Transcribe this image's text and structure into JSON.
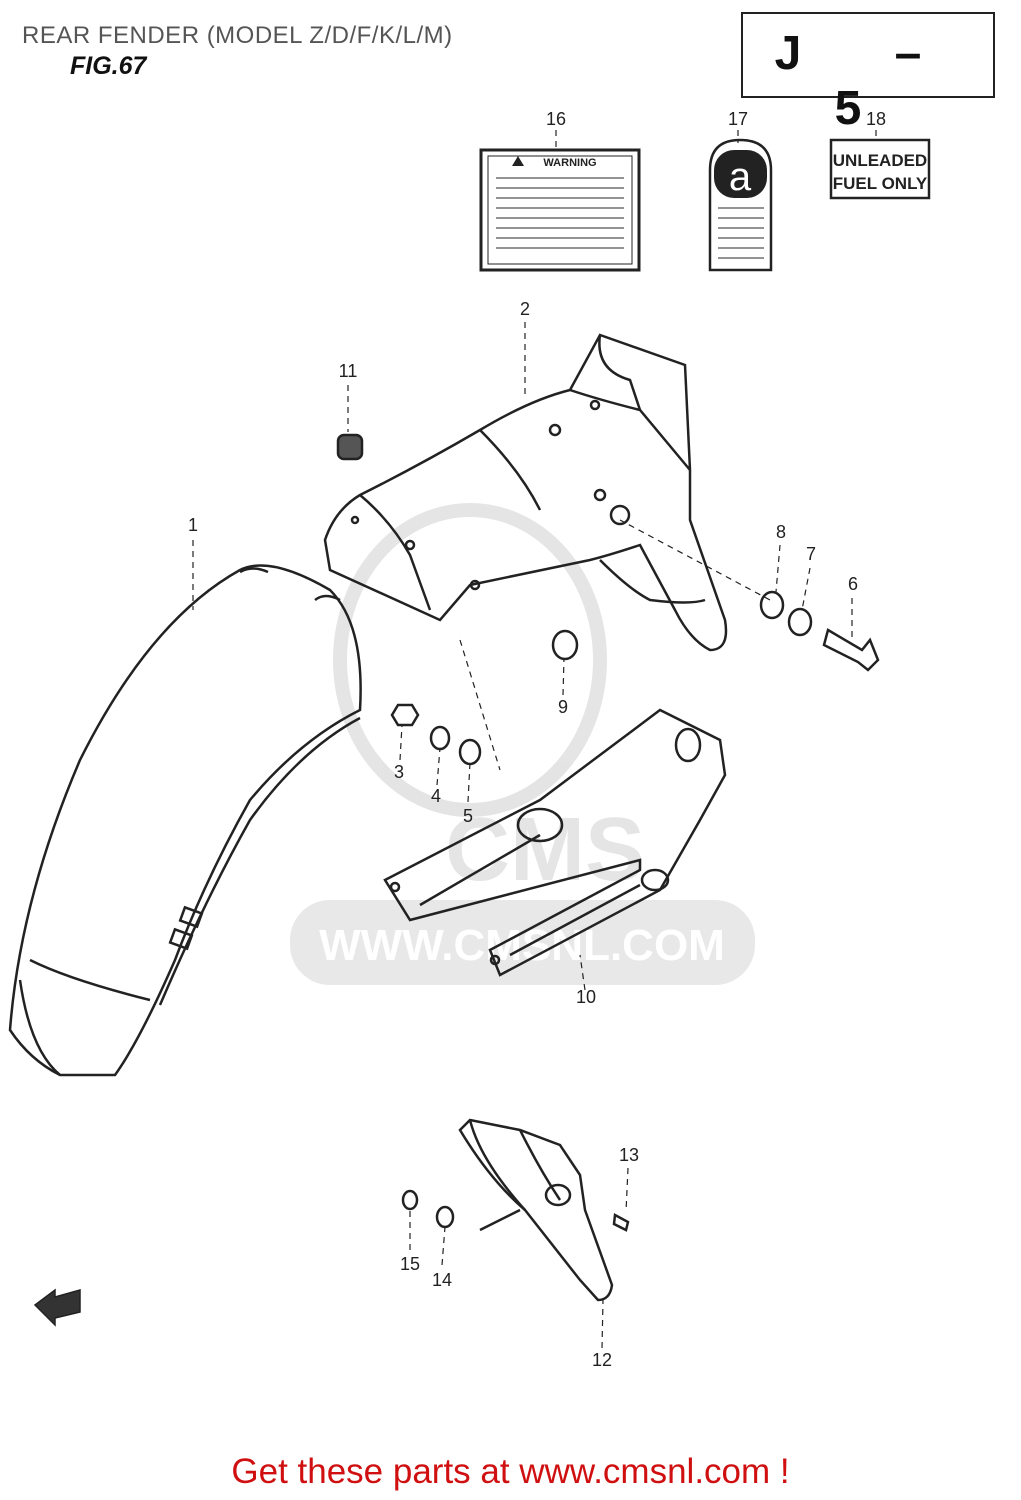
{
  "header": {
    "title": "REAR FENDER (MODEL Z/D/F/K/L/M)",
    "figure": "FIG.67",
    "section_code": "J – 5"
  },
  "labels": {
    "warning_title": "WARNING",
    "decal_a": "a",
    "unleaded_line1": "UNLEADED",
    "unleaded_line2": "FUEL ONLY"
  },
  "callouts": [
    "1",
    "2",
    "3",
    "4",
    "5",
    "6",
    "7",
    "8",
    "9",
    "10",
    "11",
    "12",
    "13",
    "14",
    "15",
    "16",
    "17",
    "18"
  ],
  "watermark": {
    "text": "WWW.CMSNL.COM",
    "logo": "CMS"
  },
  "footer": {
    "link_text": "Get these parts at www.cmsnl.com !"
  },
  "colors": {
    "line": "#222222",
    "footer": "#d01010",
    "watermark": "#cfcfcf"
  }
}
